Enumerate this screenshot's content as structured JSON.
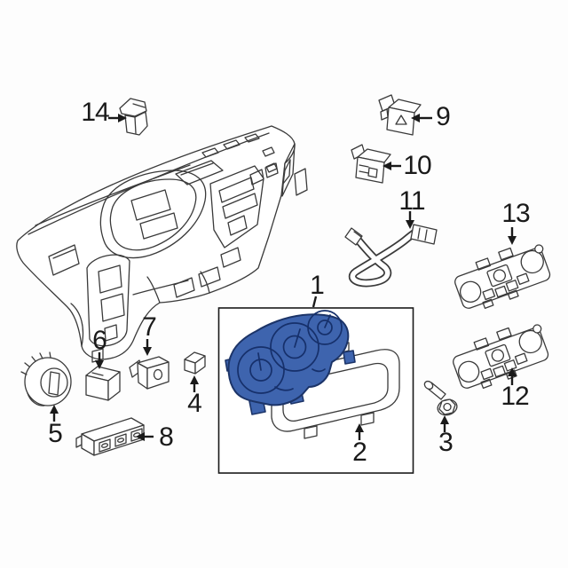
{
  "diagram": {
    "subject": "instrument-panel-exploded-parts-diagram",
    "background_color": "#fdfdfd",
    "line_color": "#3a3a3a",
    "highlight_fill": "#3e64ae",
    "highlight_outline": "#1c3468",
    "box_border_color": "#1a1a1a",
    "callouts": [
      {
        "label": "1",
        "name": "instrument-cluster"
      },
      {
        "label": "2",
        "name": "cluster-lens"
      },
      {
        "label": "3",
        "name": "bolt"
      },
      {
        "label": "4",
        "name": "blank-switch-plug"
      },
      {
        "label": "5",
        "name": "headlamp-switch-knob"
      },
      {
        "label": "6",
        "name": "small-switch"
      },
      {
        "label": "7",
        "name": "round-hole-switch"
      },
      {
        "label": "8",
        "name": "switch-bank"
      },
      {
        "label": "9",
        "name": "hazard-switch"
      },
      {
        "label": "10",
        "name": "square-face-switch"
      },
      {
        "label": "11",
        "name": "wiring-harness"
      },
      {
        "label": "12",
        "name": "climate-control-unit"
      },
      {
        "label": "13",
        "name": "climate-control-unit"
      },
      {
        "label": "14",
        "name": "corner-switch"
      }
    ]
  }
}
